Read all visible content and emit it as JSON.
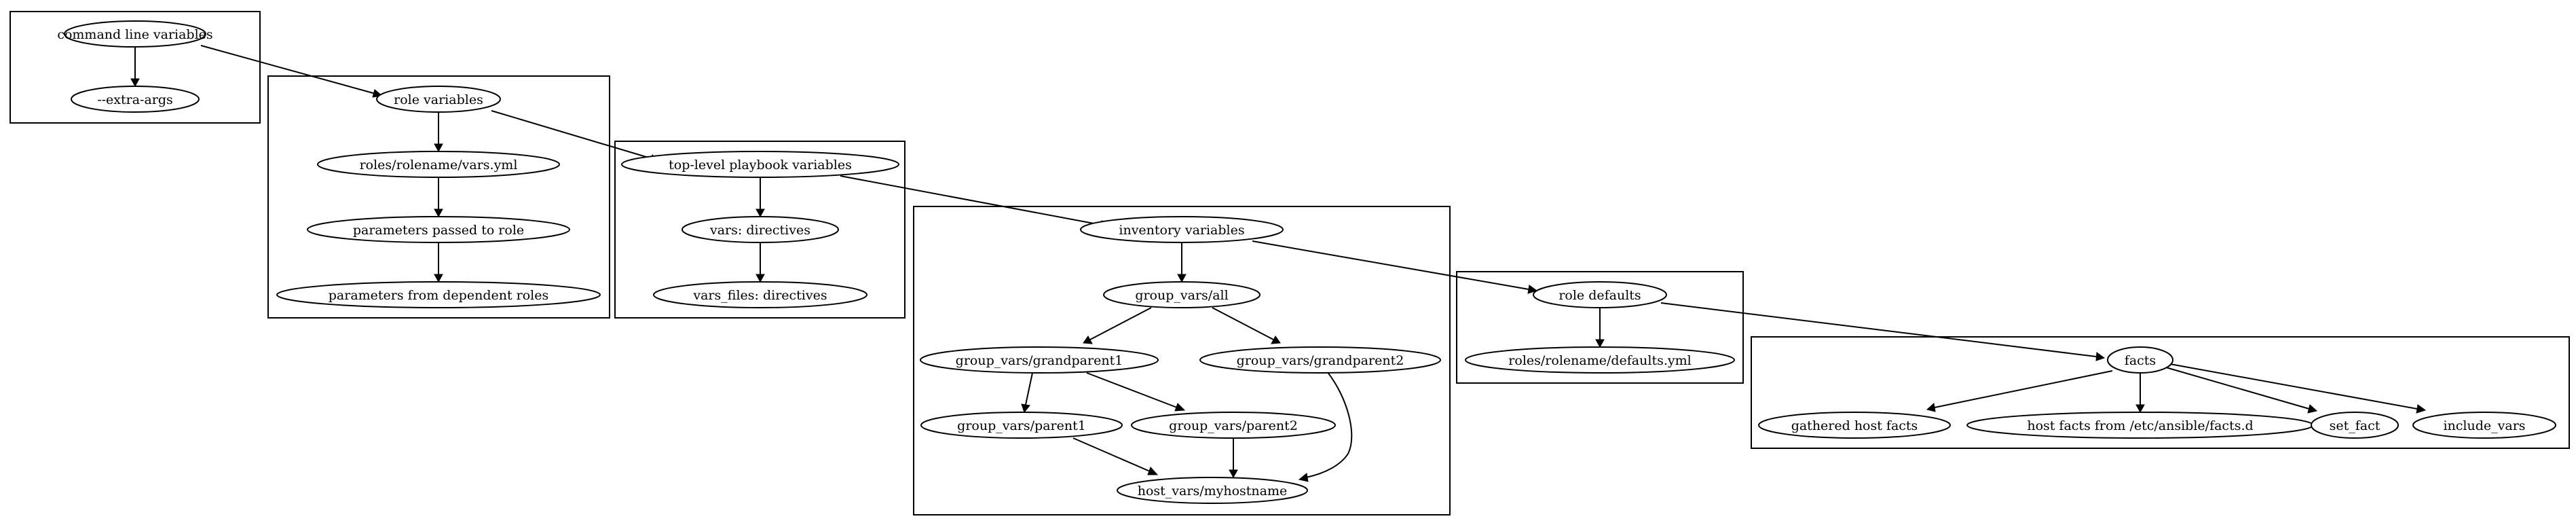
{
  "diagram": {
    "type": "directed-graph",
    "clusters": [
      {
        "id": "c_cli",
        "nodes": [
          "cli",
          "extra"
        ]
      },
      {
        "id": "c_role",
        "nodes": [
          "rolevars",
          "rvyml",
          "params",
          "paramsdep"
        ]
      },
      {
        "id": "c_play",
        "nodes": [
          "play",
          "varsdir",
          "varsfiles"
        ]
      },
      {
        "id": "c_inv",
        "nodes": [
          "inv",
          "gvall",
          "gvgp1",
          "gvgp2",
          "gvp1",
          "gvp2",
          "hostvars"
        ]
      },
      {
        "id": "c_defaults",
        "nodes": [
          "roledef",
          "defyml"
        ]
      },
      {
        "id": "c_facts",
        "nodes": [
          "facts",
          "gathered",
          "hostfacts",
          "setfact",
          "includevars"
        ]
      }
    ],
    "nodes": [
      {
        "id": "cli",
        "label": "command line variables"
      },
      {
        "id": "extra",
        "label": "--extra-args"
      },
      {
        "id": "rolevars",
        "label": "role variables"
      },
      {
        "id": "rvyml",
        "label": "roles/rolename/vars.yml"
      },
      {
        "id": "params",
        "label": "parameters passed to role"
      },
      {
        "id": "paramsdep",
        "label": "parameters from dependent roles"
      },
      {
        "id": "play",
        "label": "top-level playbook variables"
      },
      {
        "id": "varsdir",
        "label": "vars: directives"
      },
      {
        "id": "varsfiles",
        "label": "vars_files: directives"
      },
      {
        "id": "inv",
        "label": "inventory variables"
      },
      {
        "id": "gvall",
        "label": "group_vars/all"
      },
      {
        "id": "gvgp1",
        "label": "group_vars/grandparent1"
      },
      {
        "id": "gvgp2",
        "label": "group_vars/grandparent2"
      },
      {
        "id": "gvp1",
        "label": "group_vars/parent1"
      },
      {
        "id": "gvp2",
        "label": "group_vars/parent2"
      },
      {
        "id": "hostvars",
        "label": "host_vars/myhostname"
      },
      {
        "id": "roledef",
        "label": "role defaults"
      },
      {
        "id": "defyml",
        "label": "roles/rolename/defaults.yml"
      },
      {
        "id": "facts",
        "label": "facts"
      },
      {
        "id": "gathered",
        "label": "gathered host facts"
      },
      {
        "id": "hostfacts",
        "label": "host facts from /etc/ansible/facts.d"
      },
      {
        "id": "setfact",
        "label": "set_fact"
      },
      {
        "id": "includevars",
        "label": "include_vars"
      }
    ],
    "edges": [
      {
        "from": "cli",
        "to": "extra"
      },
      {
        "from": "cli",
        "to": "rolevars"
      },
      {
        "from": "rolevars",
        "to": "rvyml"
      },
      {
        "from": "rvyml",
        "to": "params"
      },
      {
        "from": "params",
        "to": "paramsdep"
      },
      {
        "from": "rolevars",
        "to": "play"
      },
      {
        "from": "play",
        "to": "varsdir"
      },
      {
        "from": "varsdir",
        "to": "varsfiles"
      },
      {
        "from": "play",
        "to": "inv"
      },
      {
        "from": "inv",
        "to": "gvall"
      },
      {
        "from": "gvall",
        "to": "gvgp1"
      },
      {
        "from": "gvall",
        "to": "gvgp2"
      },
      {
        "from": "gvgp1",
        "to": "gvp1"
      },
      {
        "from": "gvgp1",
        "to": "gvp2"
      },
      {
        "from": "gvp1",
        "to": "hostvars"
      },
      {
        "from": "gvp2",
        "to": "hostvars"
      },
      {
        "from": "gvgp2",
        "to": "hostvars"
      },
      {
        "from": "inv",
        "to": "roledef"
      },
      {
        "from": "roledef",
        "to": "defyml"
      },
      {
        "from": "roledef",
        "to": "facts"
      },
      {
        "from": "facts",
        "to": "gathered"
      },
      {
        "from": "facts",
        "to": "hostfacts"
      },
      {
        "from": "facts",
        "to": "setfact"
      },
      {
        "from": "facts",
        "to": "includevars"
      }
    ]
  }
}
